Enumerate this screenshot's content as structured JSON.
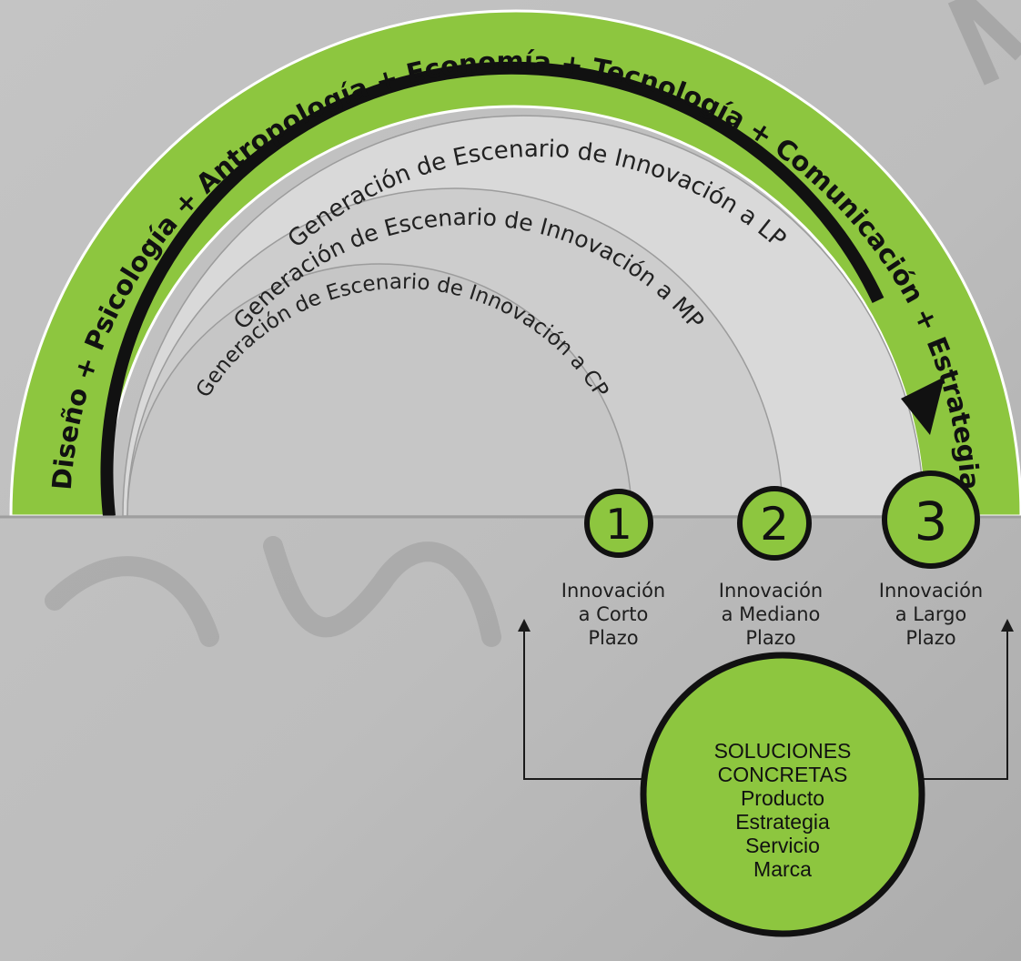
{
  "colors": {
    "green": "#8dc63f",
    "dark": "#111111",
    "background": "#bdbdbd",
    "band_1": "#c6c6c6",
    "band_2": "#cdcdcd",
    "band_3": "#d9d9d9"
  },
  "outer_arc": {
    "text": "Diseño + Psicología + Antropología + Economía + Tecnología + Comunicación + Estrategia"
  },
  "scenarios": [
    {
      "label": "Generación de Escenario de Innovación a LP"
    },
    {
      "label": "Generación de Escenario de Innovación a MP"
    },
    {
      "label": "Generación de Escenario de Innovación a CP"
    }
  ],
  "stages": [
    {
      "number": "1",
      "label": "Innovación\na  Corto\nPlazo"
    },
    {
      "number": "2",
      "label": "Innovación\na  Mediano\nPlazo"
    },
    {
      "number": "3",
      "label": "Innovación\na  Largo\nPlazo"
    }
  ],
  "solutions": {
    "lines": [
      "SOLUCIONES",
      "CONCRETAS",
      "Producto",
      "Estrategia",
      "Servicio",
      "Marca"
    ]
  }
}
